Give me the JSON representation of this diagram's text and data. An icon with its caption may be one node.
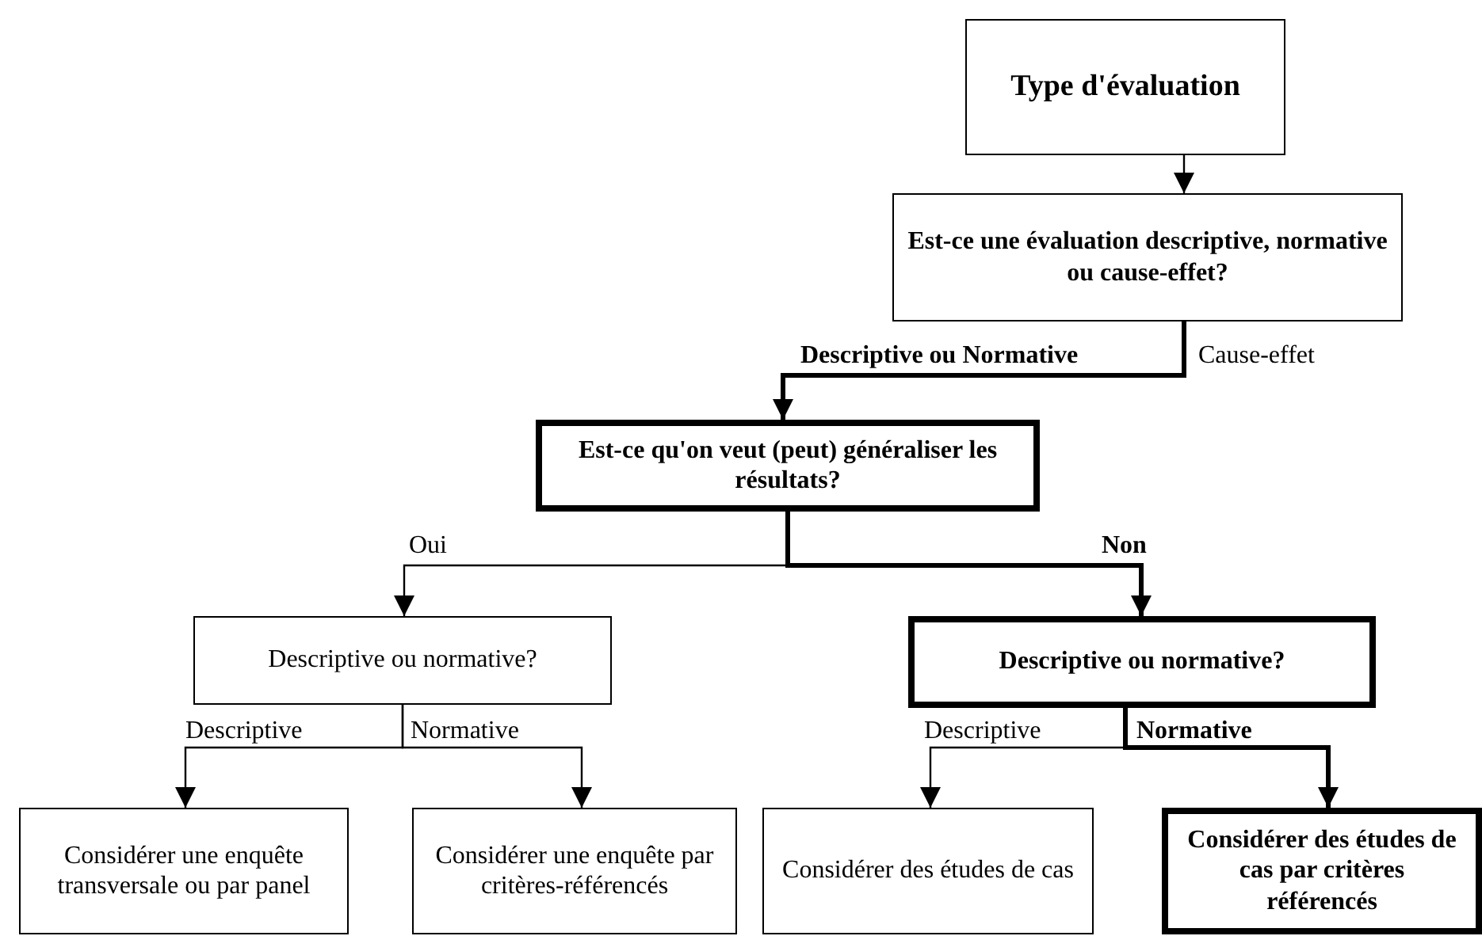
{
  "diagram": {
    "nodes": [
      {
        "text": [
          "Type d'évaluation"
        ]
      },
      {
        "text": [
          "Est-ce une évaluation descriptive, normative ou cause-effet?"
        ]
      },
      {
        "text": [
          "Est-ce qu'on veut (peut) généraliser les résultats?"
        ]
      },
      {
        "text": [
          "Descriptive ou  normative?"
        ]
      },
      {
        "text": [
          "Descriptive ou normative?"
        ]
      },
      {
        "text": [
          "Considérer une enquête transversale ou par panel"
        ]
      },
      {
        "text": [
          "Considérer une enquête par critères-référencés"
        ]
      },
      {
        "text": [
          "Considérer des études de cas"
        ]
      },
      {
        "text": [
          "Considérer des études de cas par critères référencés"
        ]
      }
    ],
    "edges": [
      {
        "from": 0,
        "to": 1,
        "arrow": "to"
      },
      {
        "from": 1,
        "to": 2,
        "arrow": "to",
        "label": "Descriptive ou Normative",
        "style": "thick"
      },
      {
        "from": 2,
        "to": 3,
        "arrow": "to",
        "label": "Oui"
      },
      {
        "from": 2,
        "to": 4,
        "arrow": "to",
        "label": "Non",
        "style": "thick"
      },
      {
        "from": 3,
        "to": 5,
        "arrow": "to",
        "label": "Descriptive"
      },
      {
        "from": 3,
        "to": 6,
        "arrow": "to",
        "label": "Normative"
      },
      {
        "from": 4,
        "to": 7,
        "arrow": "to",
        "label": "Descriptive"
      },
      {
        "from": 4,
        "to": 8,
        "arrow": "to",
        "label": "Normative",
        "style": "thick"
      }
    ],
    "labels": [
      "Cause-effet"
    ]
  }
}
